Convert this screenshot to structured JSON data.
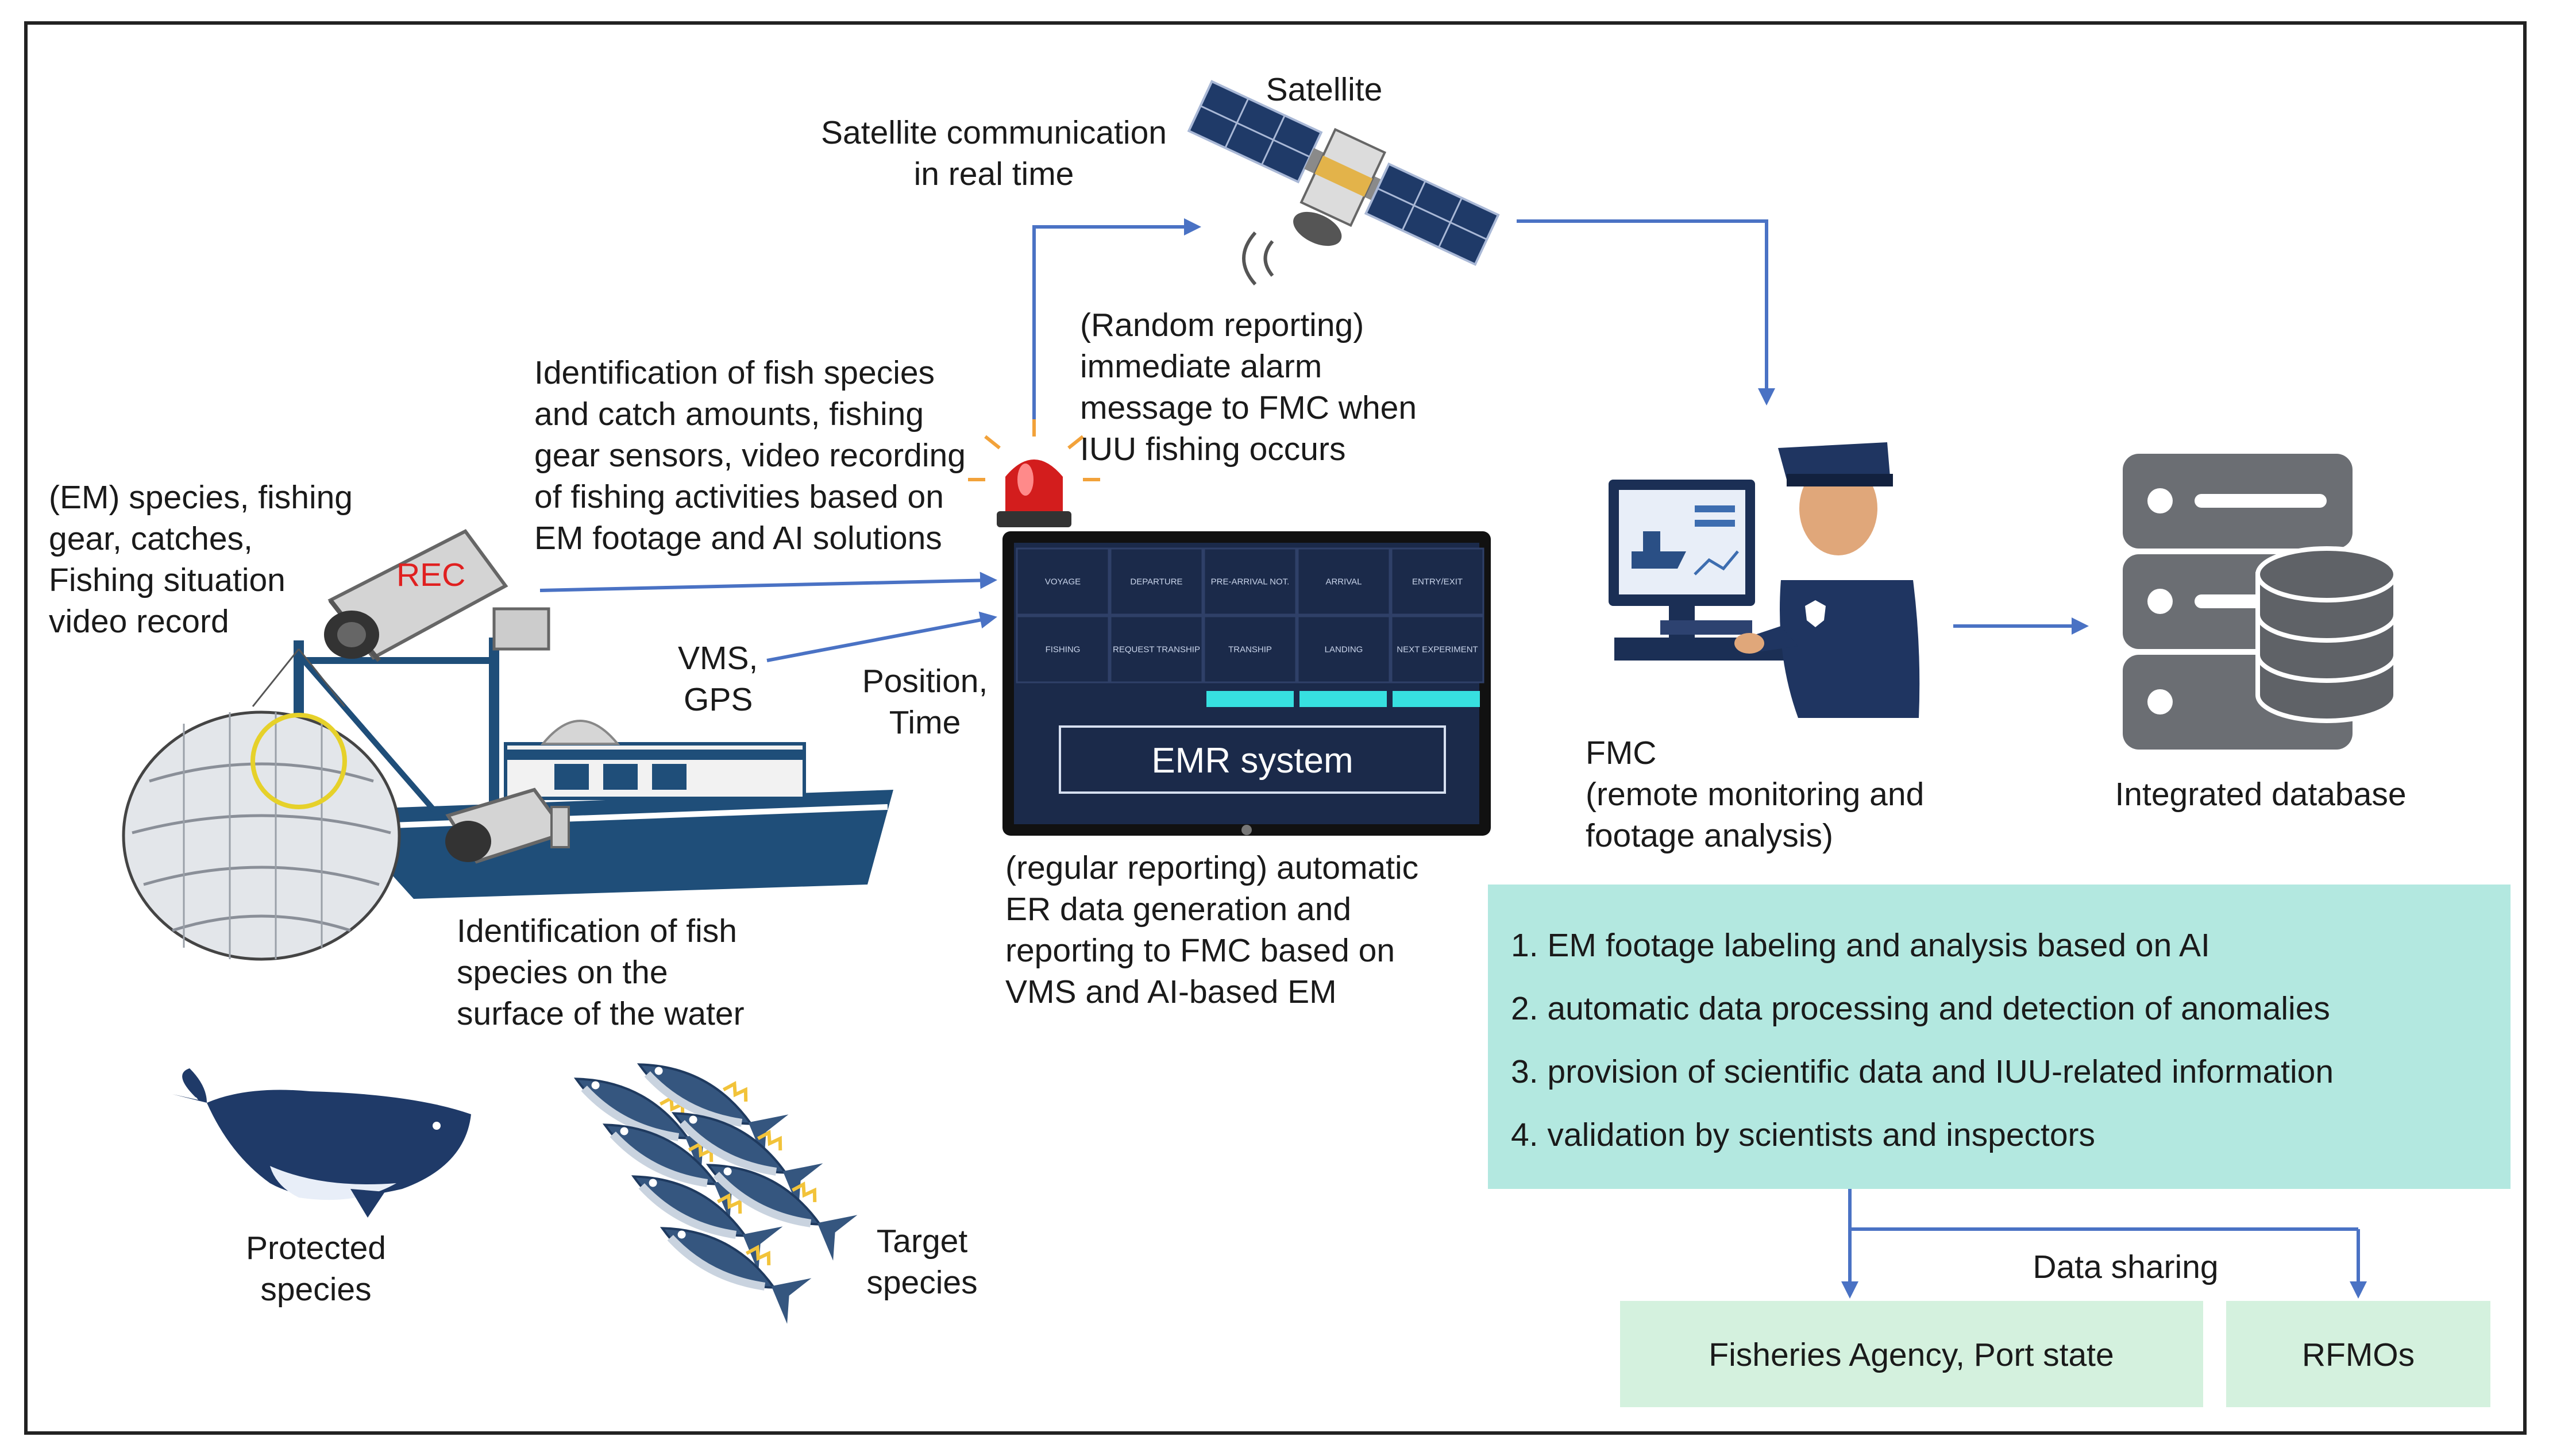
{
  "labels": {
    "satellite": "Satellite",
    "sat_comm": [
      "Satellite communication",
      "in real time"
    ],
    "random_reporting": [
      "(Random reporting)",
      "immediate alarm",
      "message to FMC when",
      "IUU fishing occurs"
    ],
    "identification": [
      "Identification of fish species",
      "and catch amounts, fishing",
      "gear sensors, video recording",
      "of fishing activities based on",
      "EM footage and AI solutions"
    ],
    "em_record": [
      "(EM) species, fishing",
      "gear, catches,",
      "Fishing situation",
      "video record"
    ],
    "rec": "REC",
    "vms_gps": [
      "VMS,",
      "GPS"
    ],
    "position_time": [
      "Position,",
      "Time"
    ],
    "surface_id": [
      "Identification of fish",
      "species on the",
      "surface of the water"
    ],
    "regular_reporting": [
      "(regular reporting) automatic",
      "ER data generation and",
      "reporting to FMC based on",
      "VMS and AI-based EM"
    ],
    "fmc": [
      "FMC",
      "(remote monitoring and",
      "footage analysis)"
    ],
    "integrated_db": "Integrated database",
    "protected": [
      "Protected",
      "species"
    ],
    "target": [
      "Target",
      "species"
    ],
    "data_sharing": "Data sharing"
  },
  "emr": {
    "title": "EMR system",
    "tiles_row1": [
      "VOYAGE",
      "DEPARTURE",
      "PRE-ARRIVAL NOT.",
      "ARRIVAL",
      "ENTRY/EXIT"
    ],
    "tiles_row2": [
      "FISHING",
      "REQUEST TRANSHIP",
      "TRANSHIP",
      "LANDING",
      "NEXT EXPERIMENT"
    ]
  },
  "steps": [
    "1. EM footage labeling and analysis based on AI",
    "2. automatic data processing and detection of anomalies",
    "3. provision of scientific data and IUU-related information",
    "4. validation by scientists and inspectors"
  ],
  "destinations": [
    "Fisheries Agency, Port state",
    "RFMOs"
  ],
  "colors": {
    "arrow": "#4a72c4",
    "rec": "#e02020",
    "steps_box": "#b3e8e0",
    "destination_box": "#d4f1de",
    "monitor_screen": "#1b2a4a",
    "ship_hull": "#1f4e79"
  },
  "icons": [
    "satellite-icon",
    "alarm-light-icon",
    "cctv-camera-icon",
    "fishing-boat-icon",
    "fish-net-icon",
    "monitor-icon",
    "officer-icon",
    "database-icon",
    "whale-icon",
    "tuna-icon"
  ]
}
